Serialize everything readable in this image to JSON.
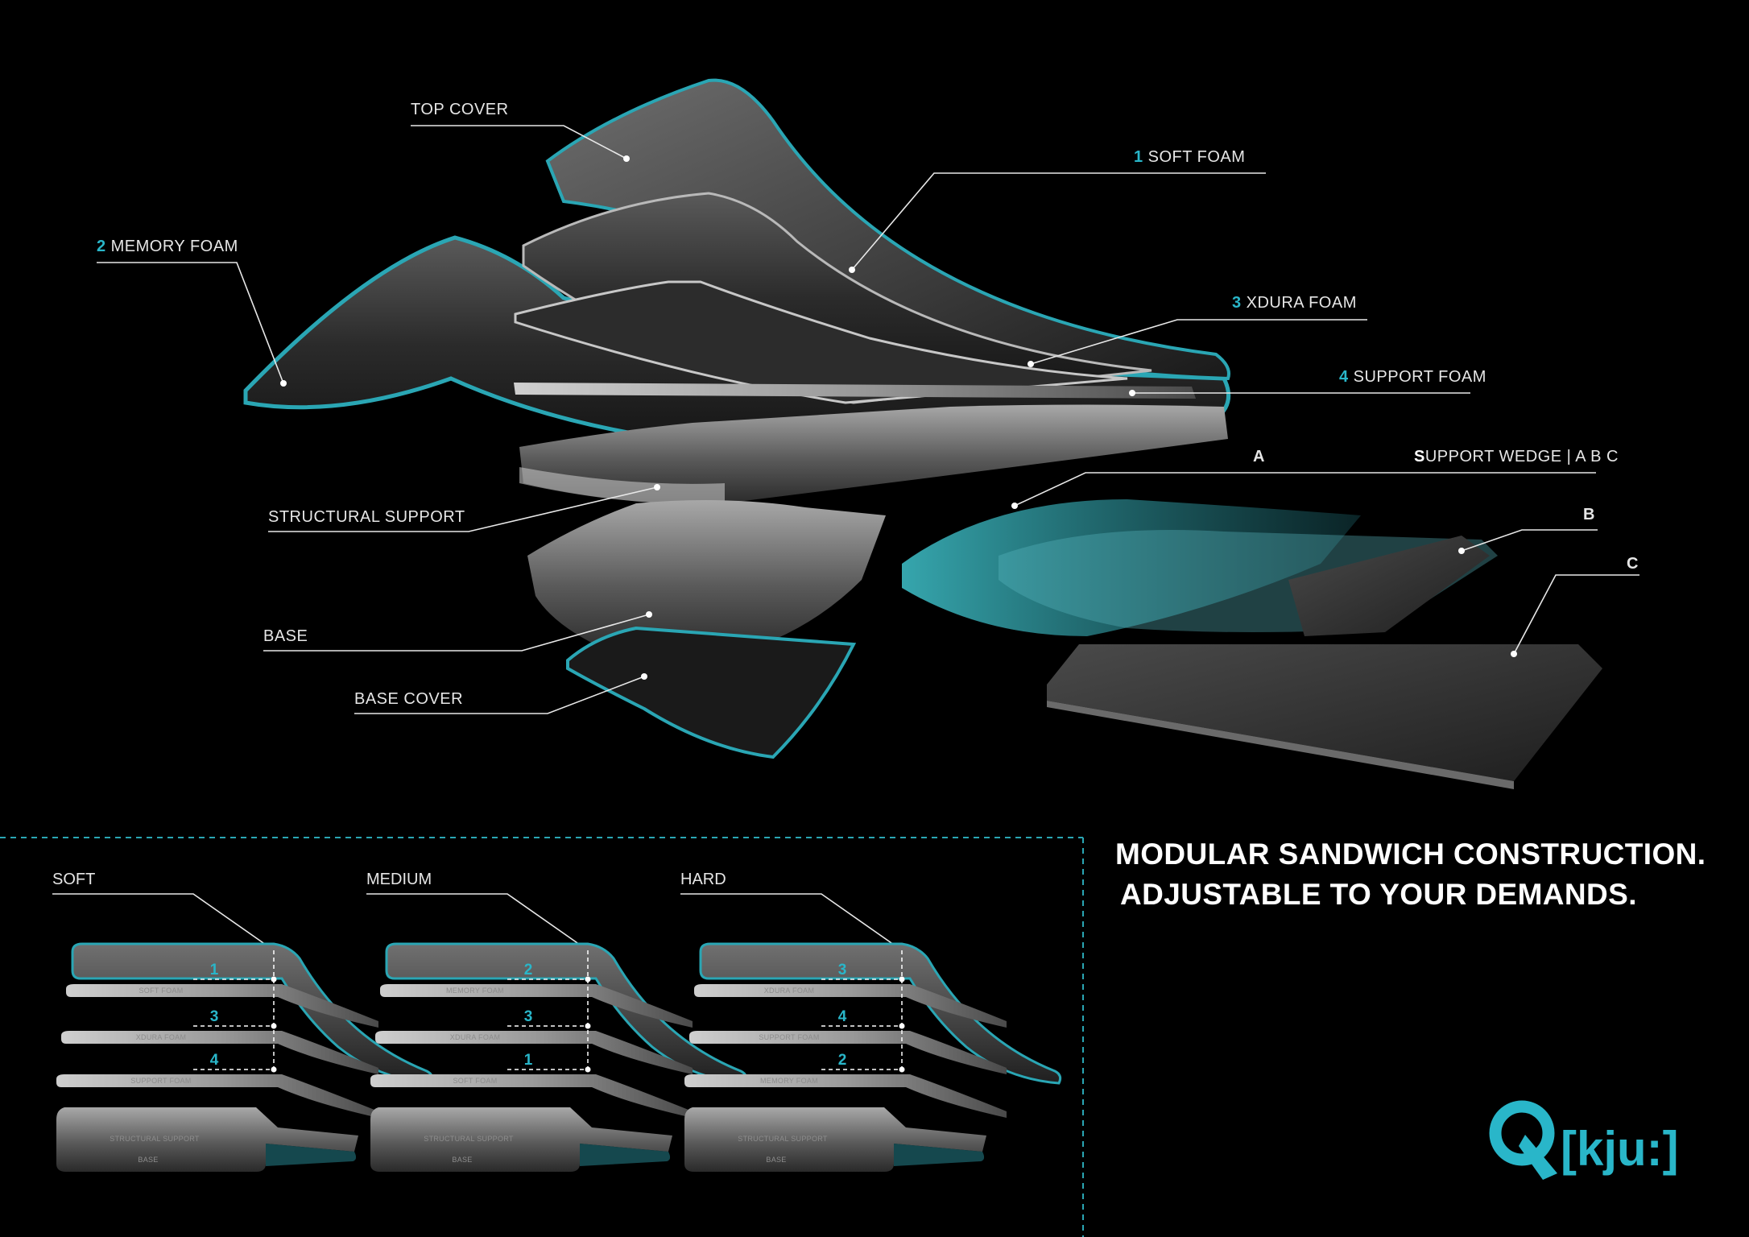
{
  "callouts": {
    "top_cover": "TOP COVER",
    "soft_foam": {
      "num": "1",
      "label": "SOFT FOAM"
    },
    "memory_foam": {
      "num": "2",
      "label": "MEMORY FOAM"
    },
    "xdura_foam": {
      "num": "3",
      "label": "XDURA FOAM"
    },
    "support_foam": {
      "num": "4",
      "label": "SUPPORT FOAM"
    },
    "support_wedge_initial": "S",
    "support_wedge_rest": "UPPORT WEDGE | A B C",
    "wedge_a": "A",
    "wedge_b": "B",
    "wedge_c": "C",
    "structural_support": "STRUCTURAL SUPPORT",
    "base": "BASE",
    "base_cover": "BASE COVER"
  },
  "configurations": [
    {
      "name": "SOFT",
      "layers": [
        {
          "num": "1",
          "label": "SOFT FOAM"
        },
        {
          "num": "3",
          "label": "XDURA FOAM"
        },
        {
          "num": "4",
          "label": "SUPPORT FOAM"
        }
      ],
      "bottom": [
        "STRUCTURAL SUPPORT",
        "BASE"
      ]
    },
    {
      "name": "MEDIUM",
      "layers": [
        {
          "num": "2",
          "label": "MEMORY FOAM"
        },
        {
          "num": "3",
          "label": "XDURA FOAM"
        },
        {
          "num": "1",
          "label": "SOFT FOAM"
        }
      ],
      "bottom": [
        "STRUCTURAL SUPPORT",
        "BASE"
      ]
    },
    {
      "name": "HARD",
      "layers": [
        {
          "num": "3",
          "label": "XDURA FOAM"
        },
        {
          "num": "4",
          "label": "SUPPORT FOAM"
        },
        {
          "num": "2",
          "label": "MEMORY FOAM"
        }
      ],
      "bottom": [
        "STRUCTURAL SUPPORT",
        "BASE"
      ]
    }
  ],
  "headline": {
    "line1": "MODULAR SANDWICH CONSTRUCTION.",
    "line2": "ADJUSTABLE TO YOUR DEMANDS."
  },
  "logo": {
    "text": "[kju:]",
    "accent": "#29b6c9"
  },
  "colors": {
    "accent": "#29b6c9",
    "background": "#000000"
  }
}
